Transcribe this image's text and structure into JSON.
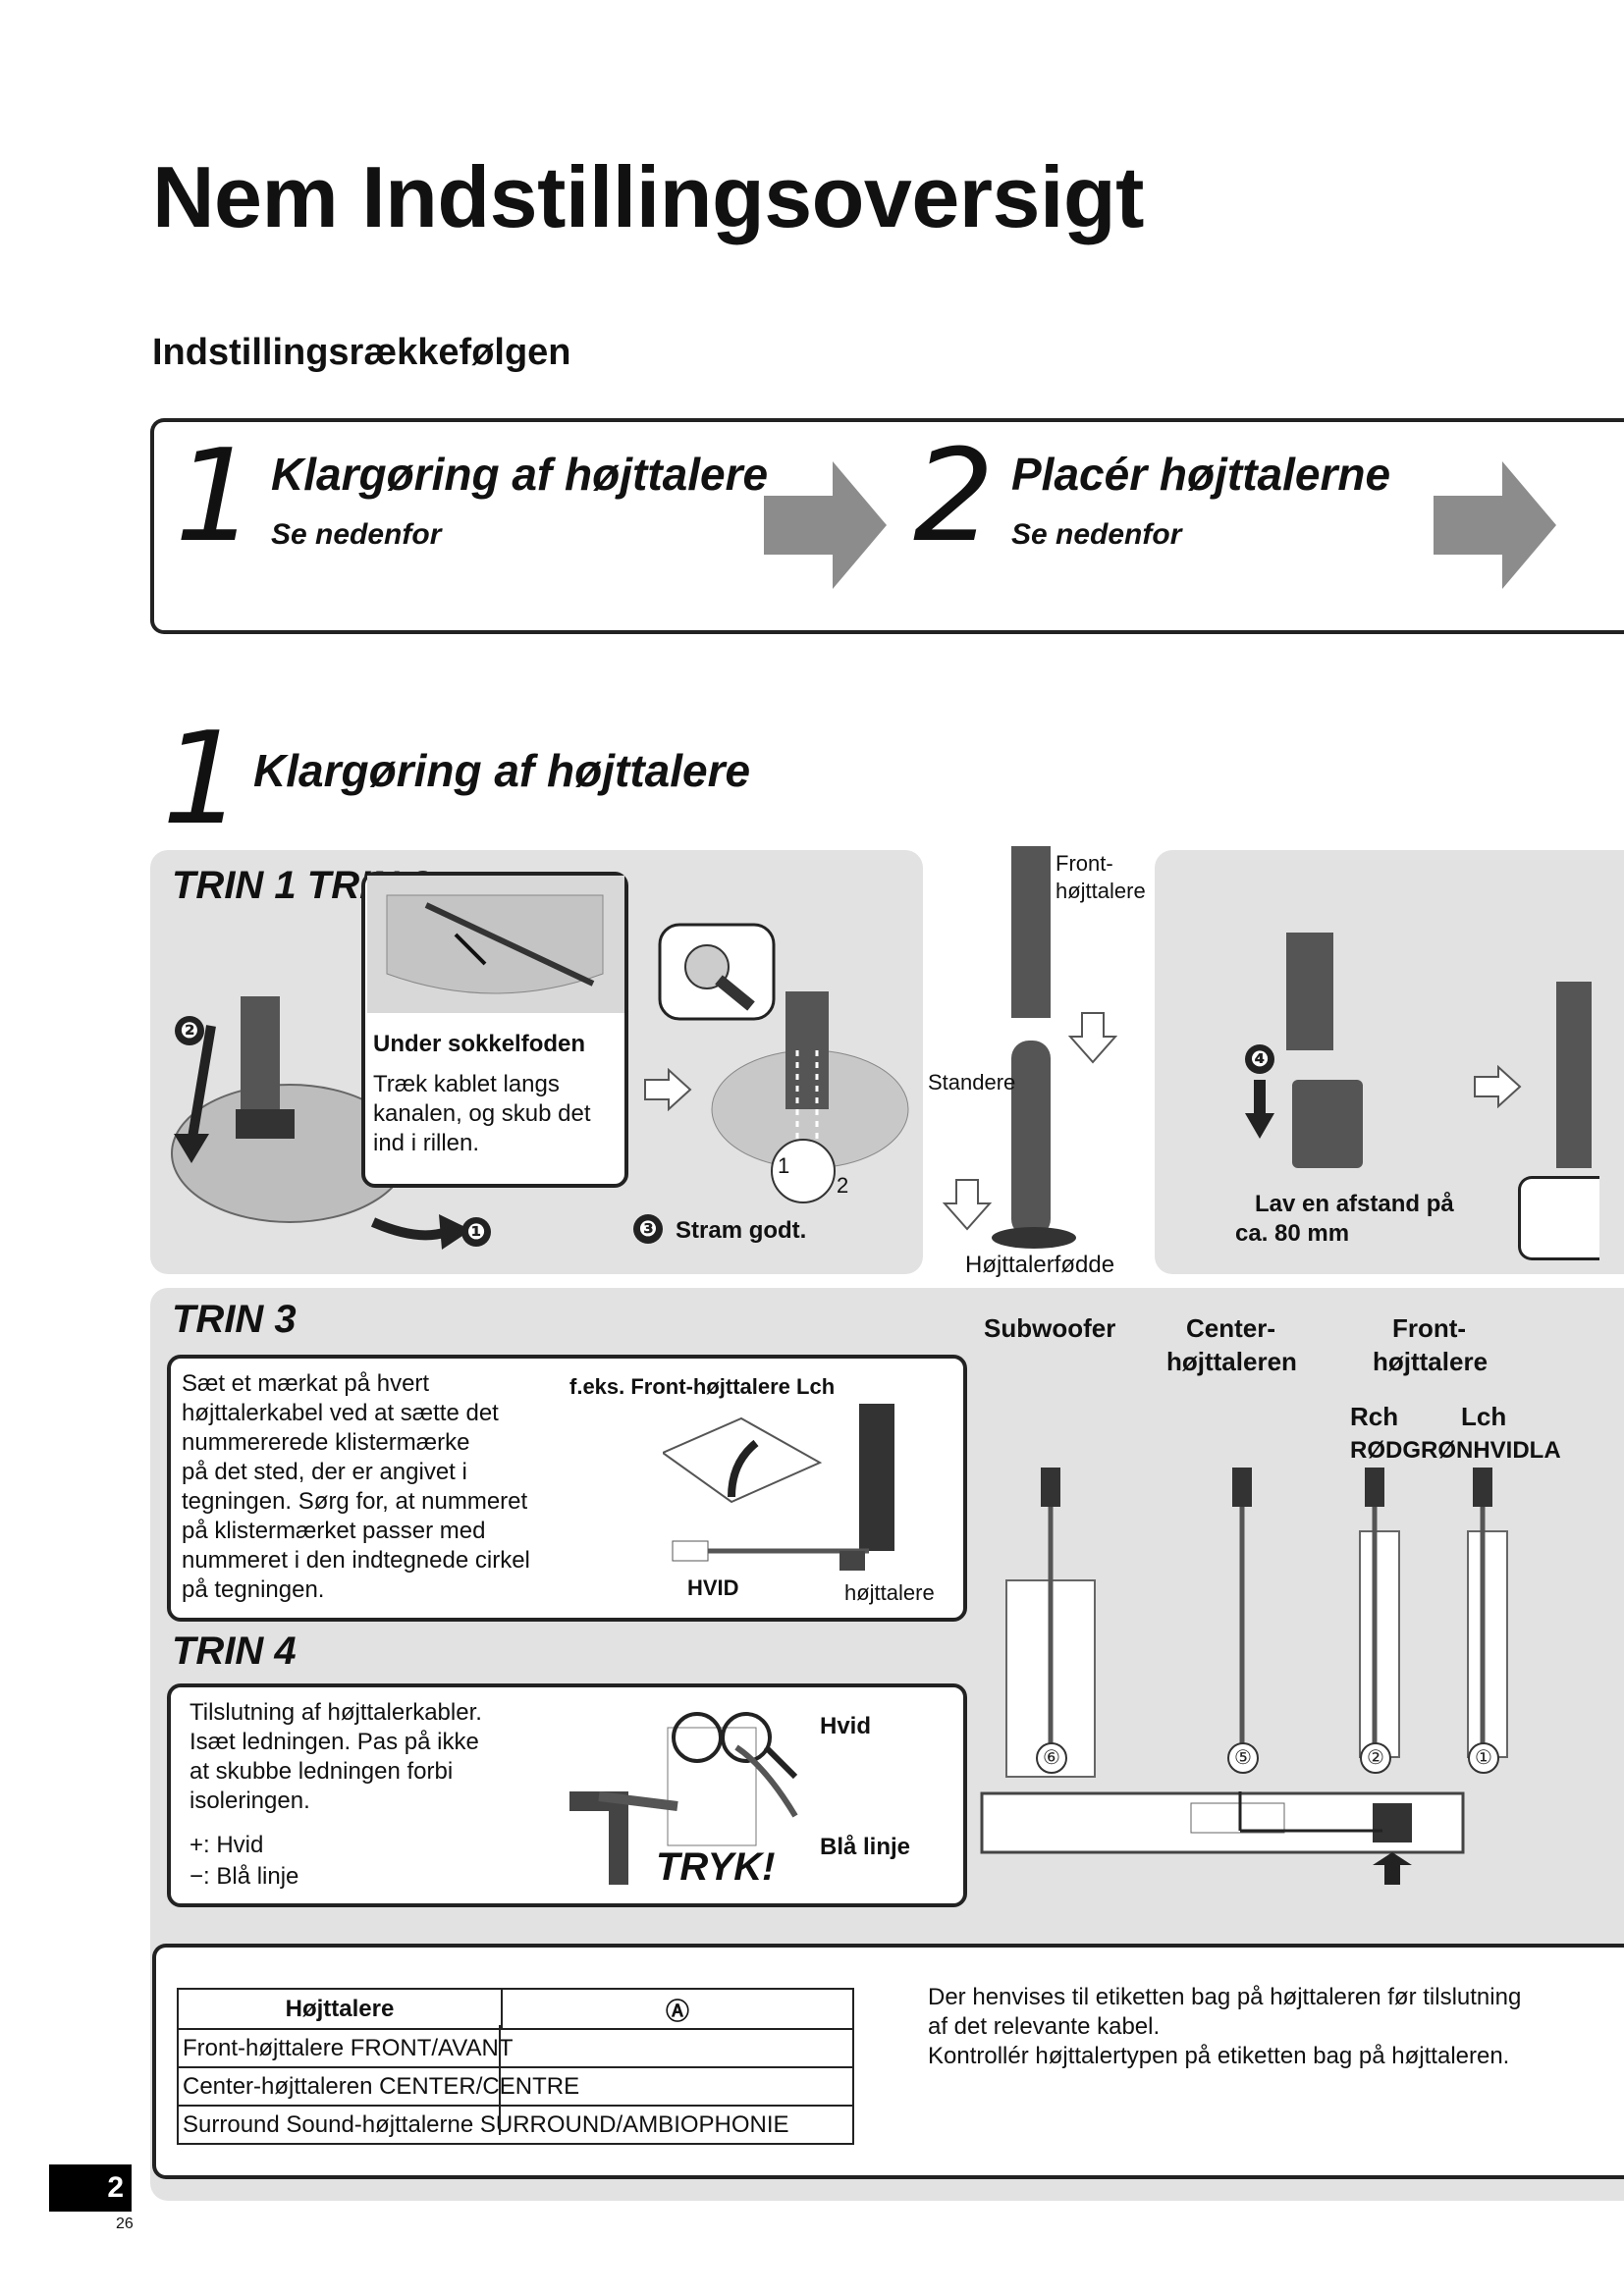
{
  "header": {
    "title": "Nem Indstillingsoversigt",
    "subtitle": "Indstillingsrækkefølgen"
  },
  "sequence": [
    {
      "num": "1",
      "title": "Klargøring af højttalere",
      "sub": "Se nedenfor"
    },
    {
      "num": "2",
      "title": "Placér højttalerne",
      "sub": "Se nedenfor"
    }
  ],
  "section": {
    "num": "1",
    "title": "Klargøring af højttalere"
  },
  "trin12": {
    "label": "TRIN 1 TRIN 2",
    "under_title": "Under sokkelfoden",
    "under_text": [
      "Træk kablet langs",
      "kanalen, og skub det",
      "ind i rillen."
    ],
    "badge1": "❶",
    "badge2": "❷",
    "badge3": "❸",
    "stram": "Stram godt.",
    "screw_n1": "1",
    "screw_n2": "2"
  },
  "middle": {
    "front_label": [
      "Front-",
      "højttalere"
    ],
    "standere": "Standere",
    "foot": "Højttalerfødde"
  },
  "right_panel": {
    "badge4": "❹",
    "distance": [
      "Lav en afstand på",
      "ca. 80 mm"
    ]
  },
  "trin3": {
    "label": "TRIN 3",
    "text": [
      "Sæt et mærkat på hvert",
      "højttalerkabel ved at sætte det",
      "nummererede klistermærke",
      "på det sted, der er angivet i",
      "tegningen. Sørg for, at nummeret",
      "på klistermærket passer med",
      "nummeret i den indtegnede cirkel",
      "på tegningen."
    ],
    "example": "f.eks. Front-højttalere Lch",
    "hvid": "HVID",
    "hoejttalere": "højttalere"
  },
  "trin4": {
    "label": "TRIN 4",
    "text": [
      "Tilslutning af højttalerkabler.",
      "Isæt ledningen. Pas på ikke",
      "at skubbe ledningen forbi",
      "isoleringen."
    ],
    "plus": "+: Hvid",
    "minus": "−: Blå linje",
    "hvid": "Hvid",
    "blaa": "Blå linje",
    "tryk": "TRYK!"
  },
  "speakers": {
    "subwoofer": "Subwoofer",
    "center": [
      "Center-",
      "højttaleren"
    ],
    "front": [
      "Front-",
      "højttalere"
    ],
    "rch": "Rch",
    "lch": "Lch",
    "colors": "RØDGRØNHVIDLA",
    "n6": "⑥",
    "n5": "⑤",
    "n2": "②",
    "n1": "①"
  },
  "table": {
    "col1": "Højttalere",
    "col2": "Ⓐ",
    "rows": [
      "Front-højttalere FRONT/AVANT",
      "Center-højttaleren CENTER/CENTRE",
      "Surround Sound-højttalerne SURROUND/AMBIOPHONIE"
    ]
  },
  "note": [
    "Der henvises til etiketten bag på højttaleren før tilslutning",
    "af det relevante kabel.",
    "Kontrollér højttalertypen på etiketten bag på højttaleren."
  ],
  "page": {
    "number": "2",
    "sub": "26"
  },
  "colors": {
    "panel": "#e2e2e2",
    "border": "#222222",
    "arrow": "#8c8c8c"
  }
}
